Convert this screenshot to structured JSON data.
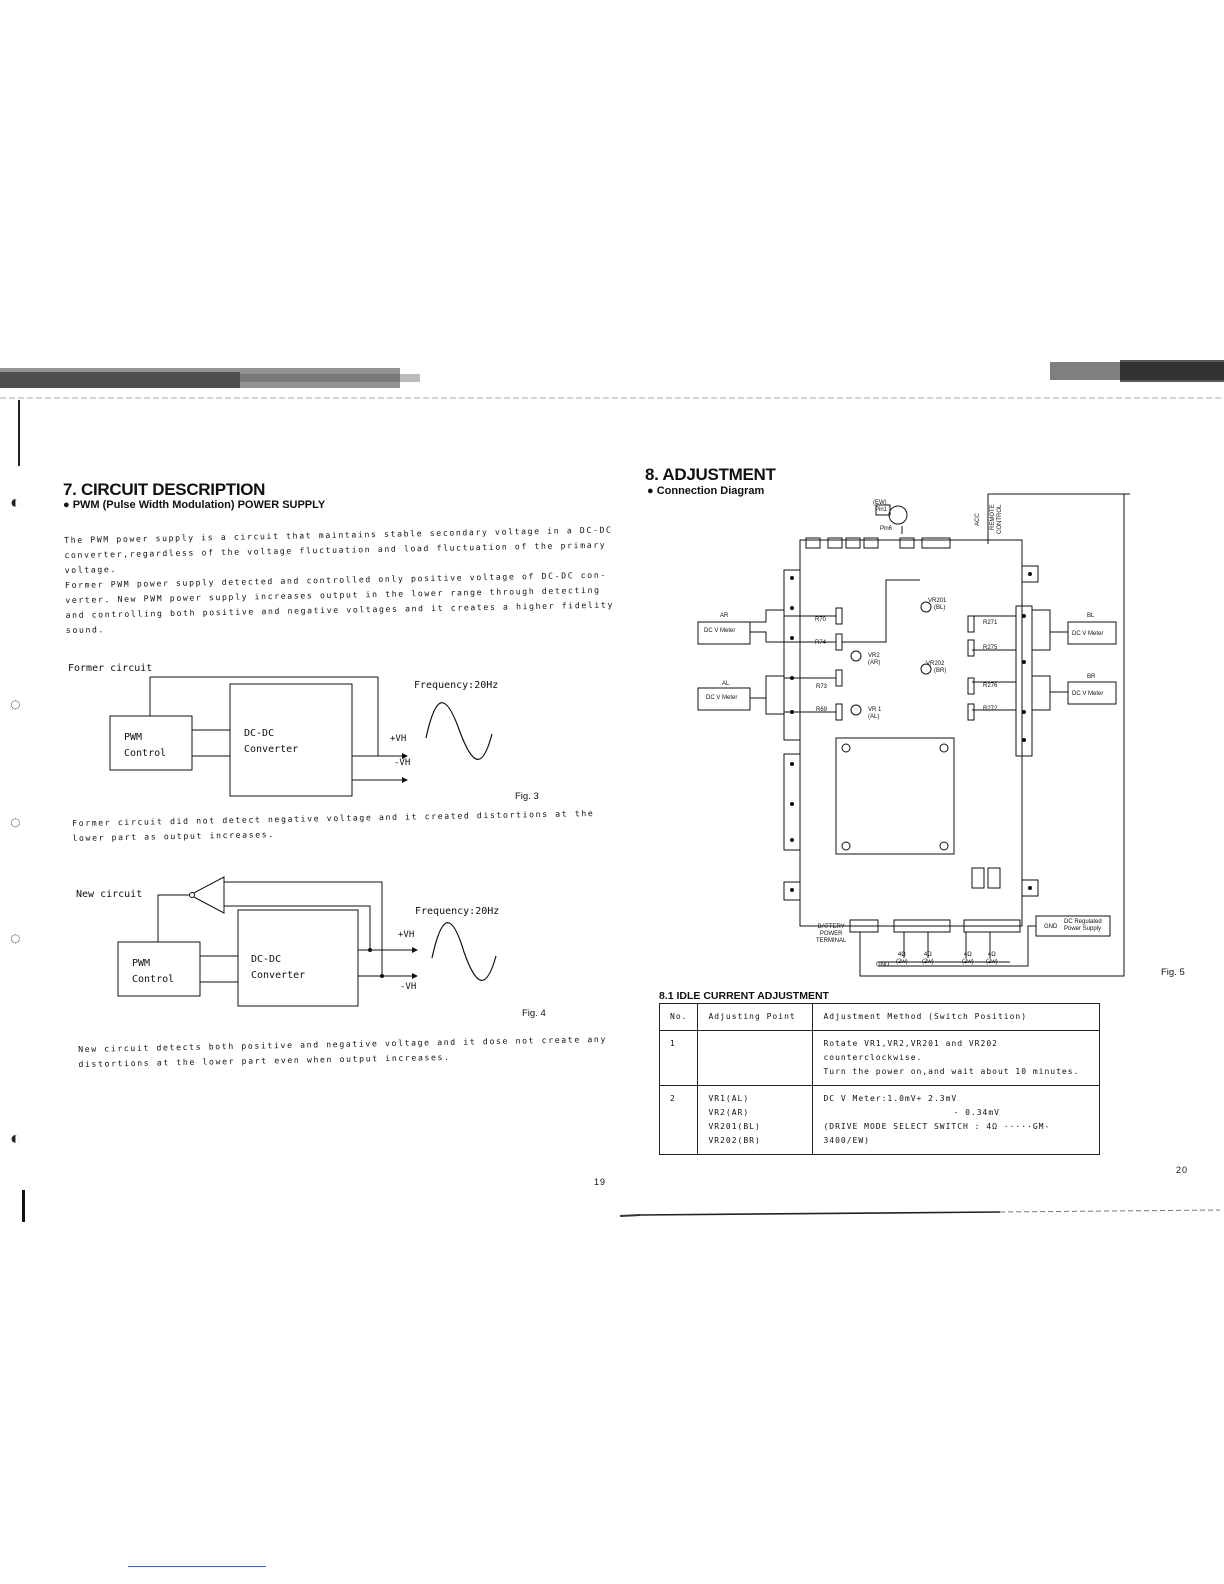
{
  "left_page": {
    "section_title": "7. CIRCUIT DESCRIPTION",
    "subsection_title": "PWM (Pulse Width Modulation) POWER SUPPLY",
    "intro_lines": [
      "The PWM power supply is a circuit that maintains stable secondary voltage in a DC-DC",
      "converter,regardless of the voltage fluctuation and load fluctuation of the primary",
      "voltage.",
      "Former PWM power supply detected and controlled only positive voltage of DC-DC con-",
      "verter. New PWM power supply increases output in the lower range through detecting",
      "and controlling both positive and negative voltages and it creates a higher fidelity",
      "sound."
    ],
    "fig3": {
      "title": "Former circuit",
      "pwm_label_1": "PWM",
      "pwm_label_2": "Control",
      "conv_label_1": "DC-DC",
      "conv_label_2": "Converter",
      "vh_pos": "+VH",
      "vh_neg": "-VH",
      "frequency": "Frequency:20Hz",
      "caption": "Fig. 3"
    },
    "fig3_note_lines": [
      "Former circuit did not detect negative voltage and it created distortions at the",
      "lower part as output increases."
    ],
    "fig4": {
      "title": "New circuit",
      "pwm_label_1": "PWM",
      "pwm_label_2": "Control",
      "conv_label_1": "DC-DC",
      "conv_label_2": "Converter",
      "vh_pos": "+VH",
      "vh_neg": "-VH",
      "frequency": "Frequency:20Hz",
      "caption": "Fig. 4"
    },
    "fig4_note_lines": [
      "New circuit detects both positive and negative voltage and it dose not create any",
      "distortions at the lower part even when output increases."
    ],
    "page_number": "19"
  },
  "right_page": {
    "section_title": "8. ADJUSTMENT",
    "subsection_title": "Connection Diagram",
    "diagram": {
      "ew_label": "(EW)",
      "pin1": "Pin1",
      "pin6": "Pin6",
      "acc": "ACC",
      "remote": "REMOTE",
      "control": "CONTROL",
      "ar": "AR",
      "al": "AL",
      "bl": "BL",
      "br": "BR",
      "dc_v_meter": "DC V Meter",
      "r70": "R70",
      "r74": "R74",
      "r73": "R73",
      "r69": "R69",
      "r271": "R271",
      "r275": "R275",
      "r276": "R276",
      "r272": "R272",
      "vr201": "VR201",
      "vr201_sub": "(BL)",
      "vr202": "VR202",
      "vr202_sub": "(BR)",
      "vr2": "VR2",
      "vr2_sub": "(AR)",
      "vr1": "VR 1",
      "vr1_sub": "(AL)",
      "battery_1": "BATTERY",
      "battery_2": "POWER",
      "battery_3": "TERMINAL",
      "gnd": "GND",
      "ohm": "4Ω",
      "watt": "(2w)",
      "dc_reg_1": "DC Regulated",
      "dc_reg_2": "Power Supply"
    },
    "fig5_caption": "Fig. 5",
    "idle_title": "8.1 IDLE CURRENT ADJUSTMENT",
    "table": {
      "headers": [
        "No.",
        "Adjusting Point",
        "Adjustment Method (Switch Position)"
      ],
      "rows": [
        {
          "no": "1",
          "point": "",
          "method_1": "Rotate VR1,VR2,VR201 and VR202 counterclockwise.",
          "method_2": "Turn the power on,and wait about 10 minutes."
        },
        {
          "no": "2",
          "point_1": "VR1(AL)",
          "point_2": "VR2(AR)",
          "point_3": "VR201(BL)",
          "point_4": "VR202(BR)",
          "method_1": "DC V Meter:1.0mV+ 2.3mV",
          "method_2": "- 0.34mV",
          "method_3": "(DRIVE MODE SELECT SWITCH : 4Ω ·····GM-3400/EW)"
        }
      ]
    },
    "page_number": "20"
  }
}
